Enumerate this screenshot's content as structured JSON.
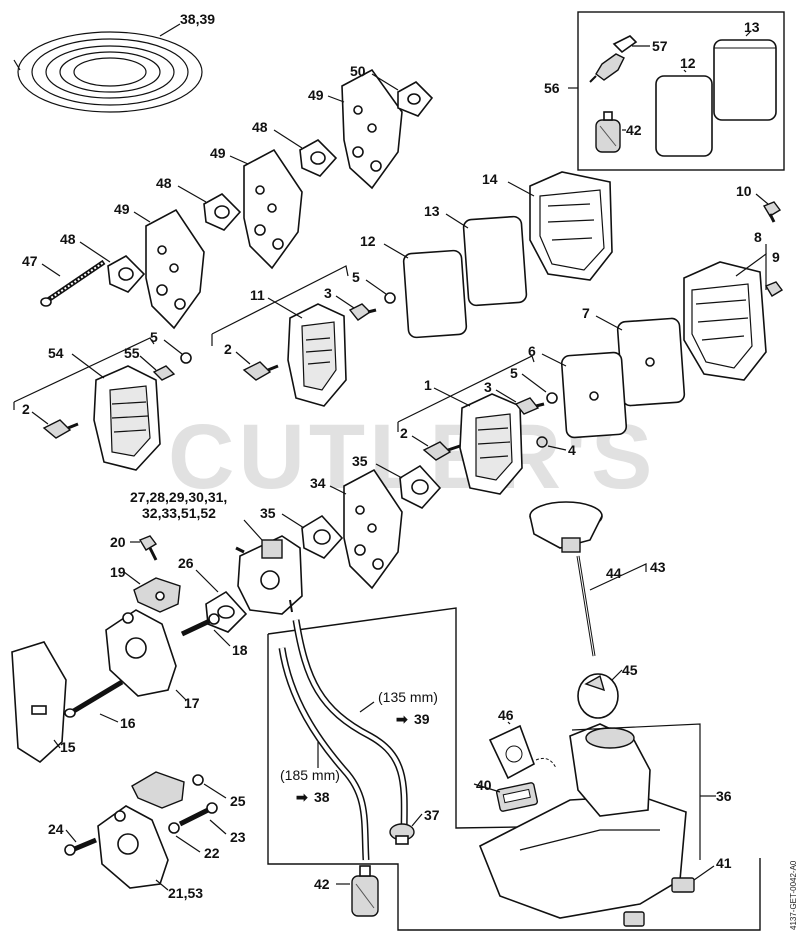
{
  "watermark": "CUTLER'S",
  "drawing_code": "4137-GET-0042-A0",
  "callouts": {
    "c3839": "38,39",
    "c50": "50",
    "c49a": "49",
    "c48a": "48",
    "c49b": "49",
    "c48b": "48",
    "c49c": "49",
    "c48c": "48",
    "c47": "47",
    "c57": "57",
    "c56": "56",
    "c13a": "13",
    "c12a": "12",
    "c42a": "42",
    "c14": "14",
    "c13b": "13",
    "c12b": "12",
    "c10": "10",
    "c8": "8",
    "c9": "9",
    "c5a": "5",
    "c11": "11",
    "c3a": "3",
    "c2a": "2",
    "c5b": "5",
    "c54": "54",
    "c55": "55",
    "c2b": "2",
    "c7": "7",
    "c6": "6",
    "c1": "1",
    "c3b": "3",
    "c5c": "5",
    "c2c": "2",
    "c4": "4",
    "c35a": "35",
    "c34": "34",
    "c35b": "35",
    "c27": "27,28,29,30,31,",
    "c32": "32,33,51,52",
    "c20": "20",
    "c26": "26",
    "c19": "19",
    "c18": "18",
    "c17": "17",
    "c16": "16",
    "c15": "15",
    "c44": "44",
    "c43": "43",
    "c45": "45",
    "c46": "46",
    "c40": "40",
    "c36": "36",
    "c37": "37",
    "c25": "25",
    "c23": "23",
    "c24": "24",
    "c22": "22",
    "c2153": "21,53",
    "c41": "41",
    "c42b": "42"
  },
  "hose_notes": {
    "upper_len": "(135 mm)",
    "upper_ref": "39",
    "lower_len": "(185 mm)",
    "lower_ref": "38",
    "arrow_glyph": "➡"
  }
}
